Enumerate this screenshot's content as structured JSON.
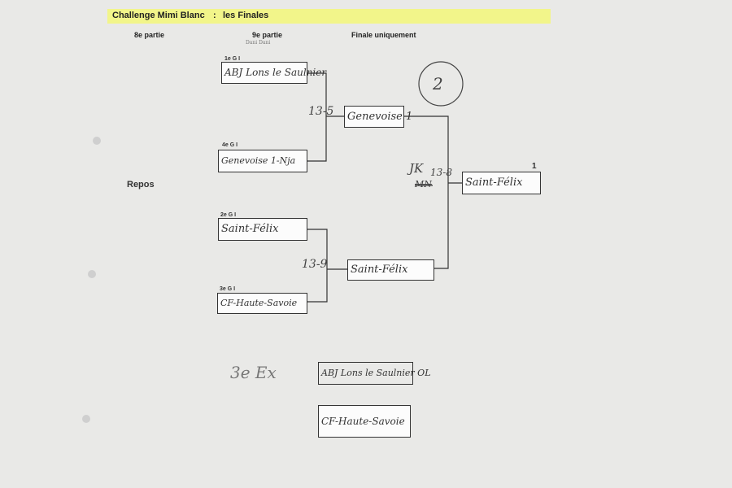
{
  "header": {
    "title": "Challenge Mimi Blanc",
    "separator": ":",
    "subtitle": "les Finales"
  },
  "columns": {
    "round1": "8e partie",
    "round2": "9e partie",
    "round2_note": "Dani Dani",
    "round3": "Finale uniquement"
  },
  "repos": "Repos",
  "seeds": {
    "s1": "1e G I",
    "s2": "4e G I",
    "s3": "2e G I",
    "s4": "3e G I"
  },
  "teams": {
    "t1": "ABJ Lons le Saulnier",
    "t2": "Genevoise 1-Nja",
    "t3": "Saint-Félix",
    "t4": "CF-Haute-Savoie",
    "semi1": "Genevoise 1",
    "semi2": "Saint-Félix",
    "final": "Saint-Félix"
  },
  "scores": {
    "semi1_score": "13-5",
    "semi2_score": "13-9",
    "final_score": "13-8",
    "final_initials": "JK",
    "final_struck": "MN",
    "circle_number": "2",
    "winner_rank": "1"
  },
  "third_place": {
    "label": "3e Ex",
    "team_a": "ABJ Lons le Saulnier OL",
    "team_b": "CF-Haute-Savoie"
  }
}
